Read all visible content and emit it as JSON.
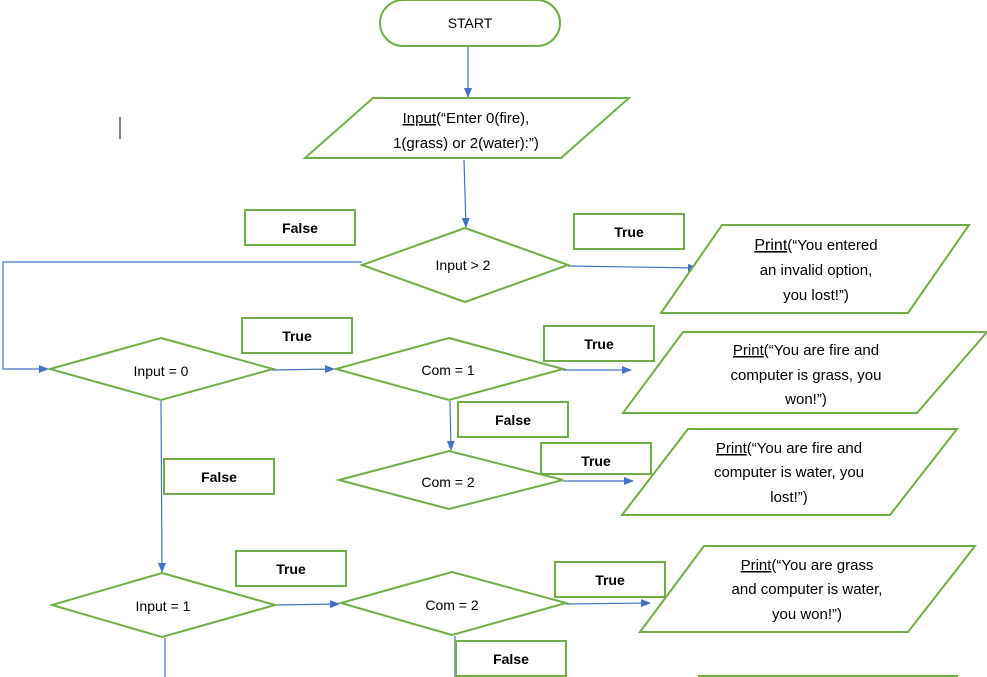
{
  "nodes": {
    "start": "START",
    "input_line1_word": "Input",
    "input_line1_rest": "(“Enter 0(fire),",
    "input_line2": "1(grass) or 2(water):”)",
    "dec_gt2": "Input > 2",
    "dec_eq0": "Input = 0",
    "dec_com1_a": "Com = 1",
    "dec_com2_a": "Com = 2",
    "dec_eq1": "Input = 1",
    "dec_com2_b": "Com = 2"
  },
  "outputs": {
    "invalid": {
      "word": "Print",
      "l1": "(“You entered",
      "l2": "an invalid option,",
      "l3": "you lost!”)"
    },
    "fire_grass": {
      "word": "Print",
      "l1": "(“You are fire and",
      "l2": "computer is grass, you",
      "l3": "won!”)"
    },
    "fire_water": {
      "word": "Print",
      "l1": "(“You are fire and",
      "l2": "computer is water, you",
      "l3": "lost!”)"
    },
    "grass_water": {
      "word": "Print",
      "l1": "(“You are grass",
      "l2": "and computer is water,",
      "l3": "you won!”)"
    }
  },
  "labels": {
    "false_gt2": "False",
    "true_gt2": "True",
    "true_eq0": "True",
    "true_com1": "True",
    "false_com1": "False",
    "true_com2a": "True",
    "false_eq0": "False",
    "true_eq1": "True",
    "true_com2b": "True",
    "false_com2b": "False"
  },
  "colors": {
    "shape_stroke": "#70ad47",
    "connector": "#4472c4"
  }
}
